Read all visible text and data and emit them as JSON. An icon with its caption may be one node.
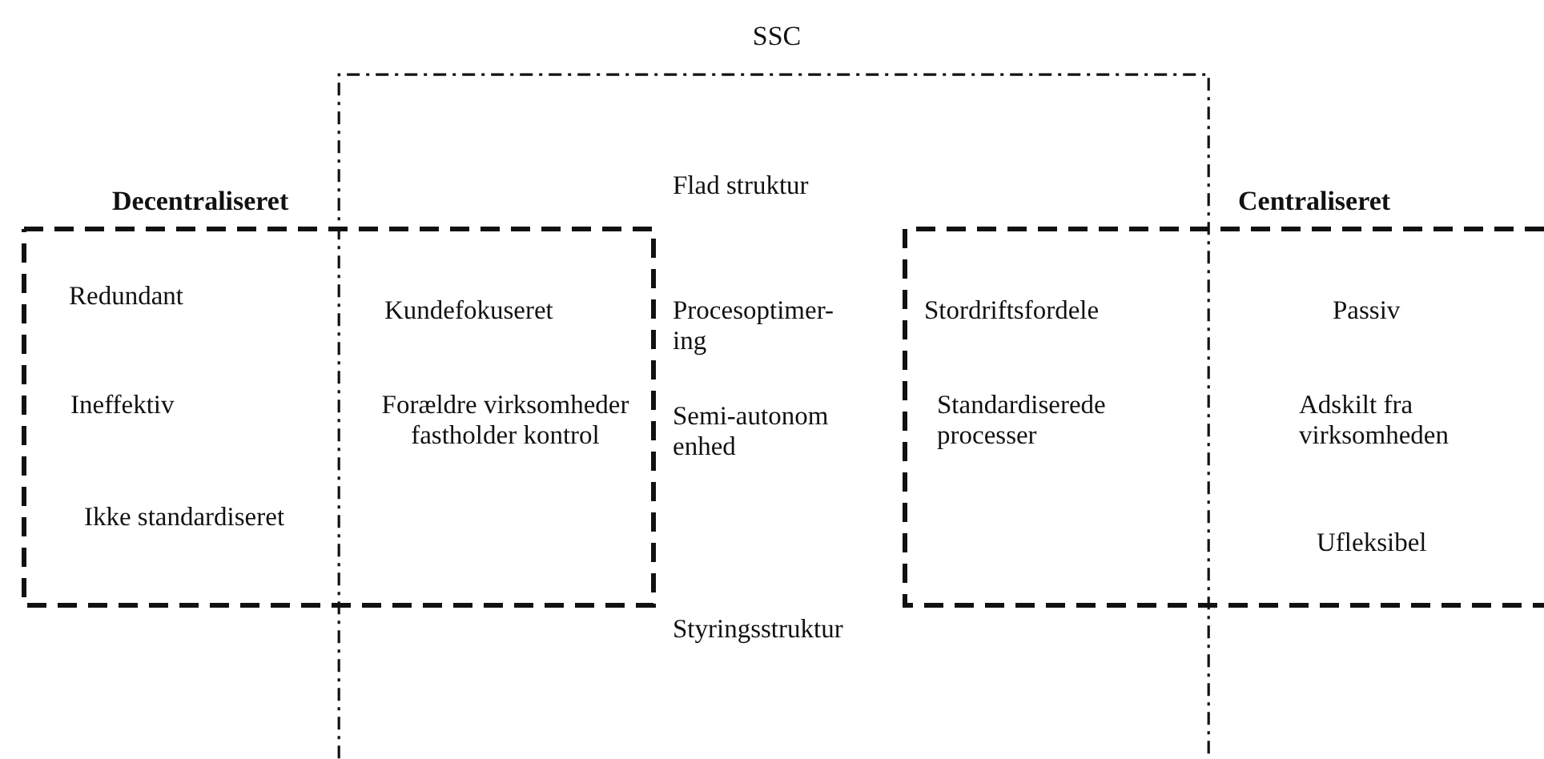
{
  "diagram": {
    "nodes": [
      {
        "text": [
          "SSC"
        ]
      },
      {
        "text": [
          "Decentraliseret"
        ]
      },
      {
        "text": [
          "Centraliseret"
        ]
      }
    ],
    "labels": [
      "Flad struktur",
      "Redundant",
      "Kundefokuseret",
      "Procesoptimer- ing",
      "Stordriftsfordele",
      "Passiv",
      "Ineffektiv",
      "Forældre virksomheder fastholder kontrol",
      "Semi-autonom enhed",
      "Standardiserede processer",
      "Adskilt fra virksomheden",
      "Ikke standardiseret",
      "Ufleksibel",
      "Styringsstruktur"
    ]
  }
}
